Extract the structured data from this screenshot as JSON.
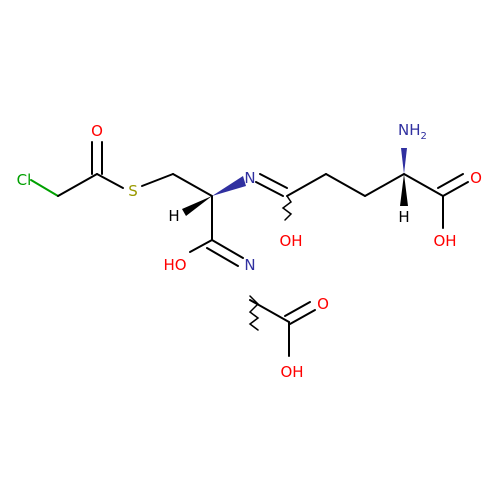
{
  "molecule": {
    "atoms": {
      "cl": {
        "text": "Cl",
        "color": "#00a000"
      },
      "o_thioester": {
        "text": "O",
        "color": "#ff0000"
      },
      "s": {
        "text": "S",
        "color": "#999900"
      },
      "h_alpha_cys": {
        "text": "H",
        "color": "#000000"
      },
      "n_imine_1": {
        "text": "N",
        "color": "#3030a0"
      },
      "oh_imidic_1": {
        "text": "OH",
        "color": "#ff0000"
      },
      "nh2_main": {
        "text": "NH",
        "color": "#3030a0"
      },
      "nh2_sub": {
        "text": "2",
        "color": "#3030a0"
      },
      "o_carboxyl_glu": {
        "text": "O",
        "color": "#ff0000"
      },
      "h_alpha_glu": {
        "text": "H",
        "color": "#000000"
      },
      "oh_carboxyl_glu": {
        "text": "OH",
        "color": "#ff0000"
      },
      "ho_imidic_2": {
        "text": "HO",
        "color": "#ff0000"
      },
      "n_imine_2": {
        "text": "N",
        "color": "#3030a0"
      },
      "o_carboxyl_gly": {
        "text": "O",
        "color": "#ff0000"
      },
      "oh_carboxyl_gly": {
        "text": "OH",
        "color": "#ff0000"
      }
    },
    "colors": {
      "bond": "#000000",
      "wedge": "#3030a0"
    }
  }
}
